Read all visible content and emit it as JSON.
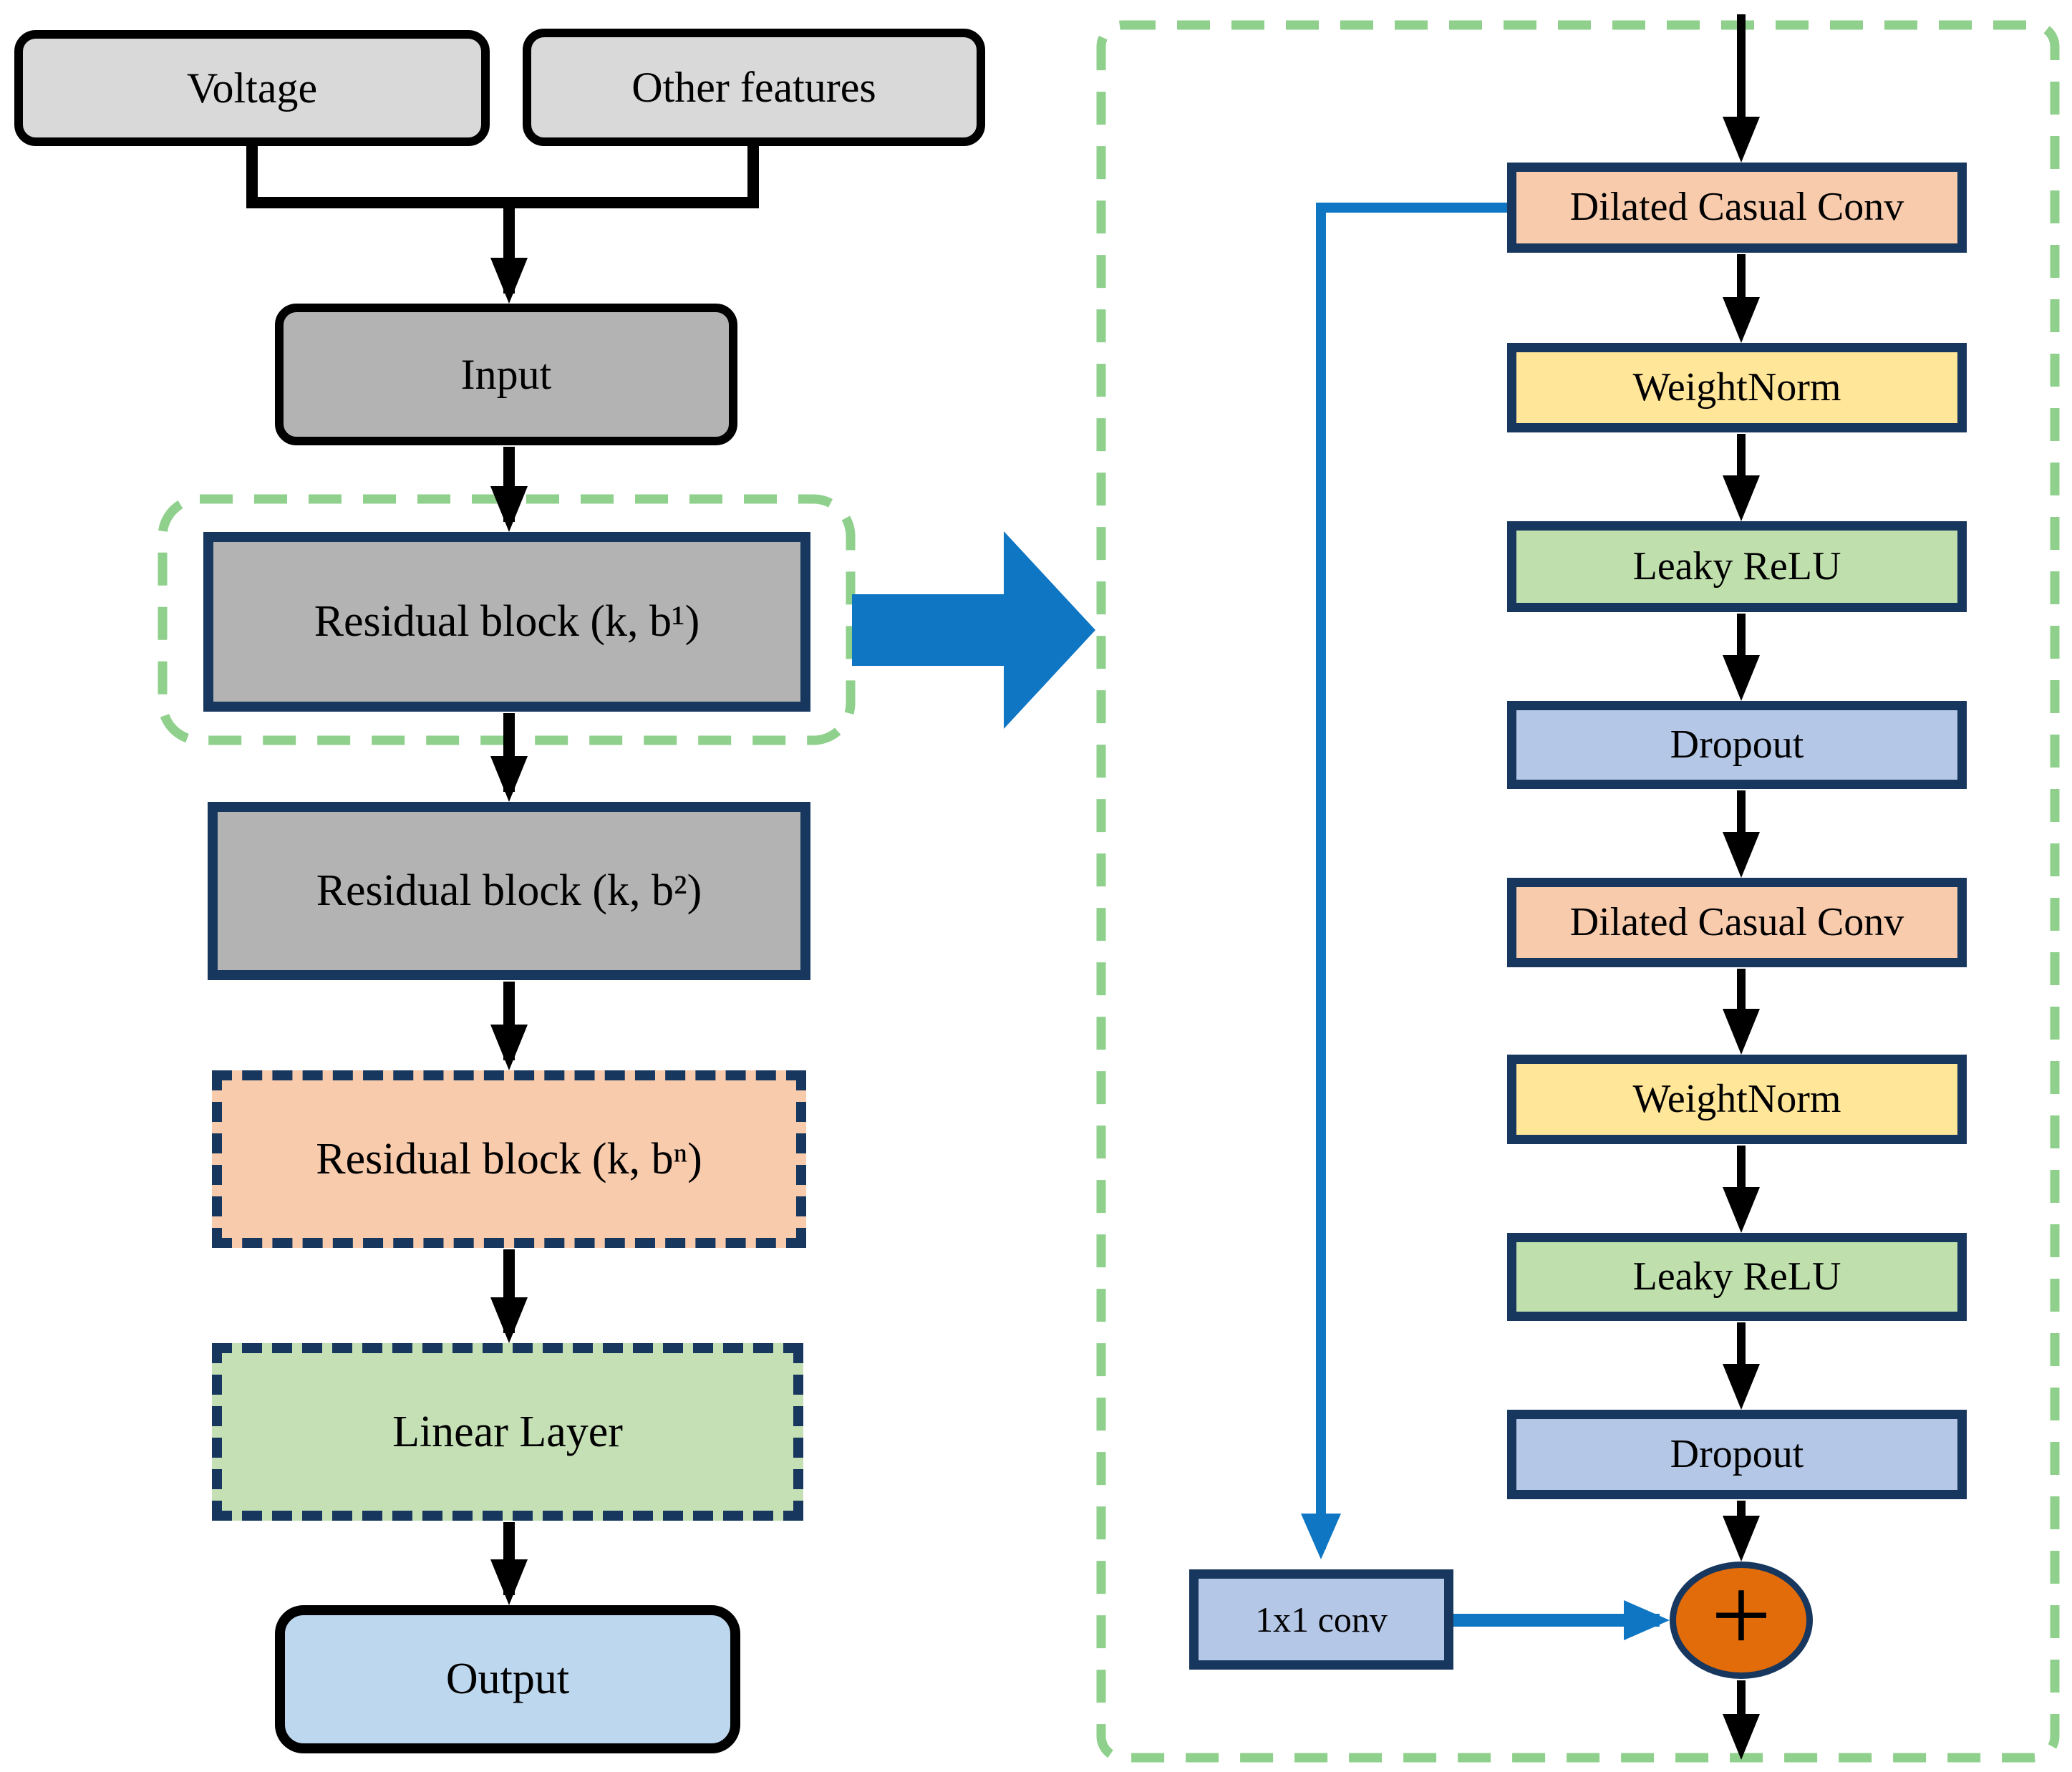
{
  "left_flow": {
    "voltage": "Voltage",
    "other_features": "Other features",
    "input": "Input",
    "residual_block_1": "Residual block (k, b¹)",
    "residual_block_2": "Residual block (k, b²)",
    "residual_block_n": "Residual block (k, bⁿ)",
    "linear_layer": "Linear Layer",
    "output": "Output"
  },
  "residual_detail": {
    "layers": [
      {
        "label": "Dilated Casual Conv"
      },
      {
        "label": "WeightNorm"
      },
      {
        "label": "Leaky ReLU"
      },
      {
        "label": "Dropout"
      },
      {
        "label": "Dilated Casual Conv"
      },
      {
        "label": "WeightNorm"
      },
      {
        "label": "Leaky ReLU"
      },
      {
        "label": "Dropout"
      }
    ],
    "skip_conv": "1x1 conv",
    "sum_symbol": "+"
  },
  "colors": {
    "accent_blue": "#0f76c4",
    "dash_green": "#8fd08c",
    "navy_border": "#17375e",
    "peach": "#f8cbad",
    "yellow": "#ffe699",
    "green": "#bfe0ad",
    "linear_green": "#c5e0b4",
    "light_blue": "#b4c7e7",
    "output_blue": "#bdd7ee",
    "light_gray": "#d9d9d9",
    "gray": "#b3b3b3",
    "sum_orange": "#e36c0a"
  }
}
